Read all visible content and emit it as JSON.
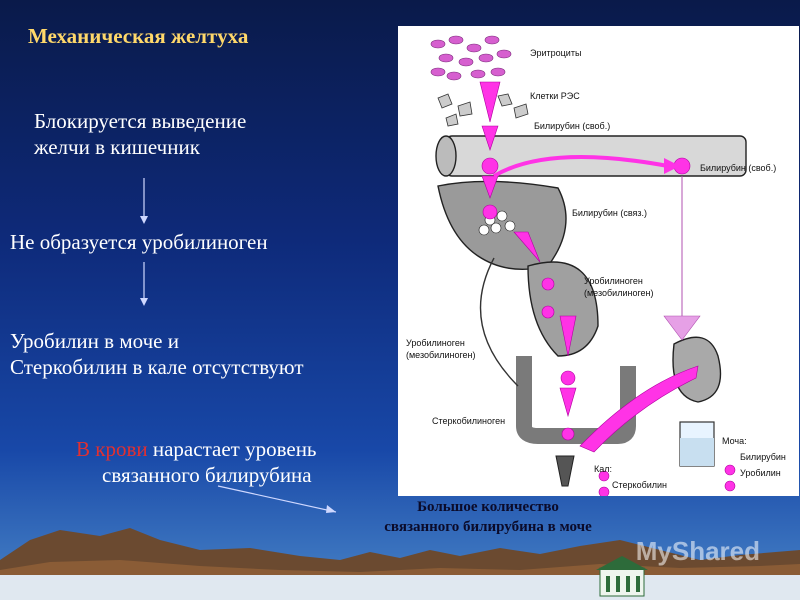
{
  "title": "Механическая желтуха",
  "left": {
    "line1a": "Блокируется выведение",
    "line1b": "желчи в кишечник",
    "line2": "Не образуется уробилиноген",
    "line3a": "Уробилин в моче и",
    "line3b": "Стеркобилин в кале отсутствуют",
    "line4_red": "В крови",
    "line4_rest": " нарастает уровень",
    "line4b": "связанного билирубина"
  },
  "caption": {
    "line1": "Большое количество",
    "line2": "связанного билирубина в моче"
  },
  "diagram": {
    "labels": {
      "erythrocytes": "Эритроциты",
      "res_cells": "Клетки РЭС",
      "bilirubin_free1": "Билирубин (своб.)",
      "bilirubin_free2": "Билирубин (своб.)",
      "bilirubin_bound": "Билирубин (связ.)",
      "urobilinogen1": "Уробилиноген",
      "urobilinogen1b": "(мезобилиноген)",
      "urobilinogen2": "Уробилиноген",
      "urobilinogen2b": "(мезобилиноген)",
      "stercobilinogen": "Стеркобилиноген",
      "urine": "Моча:",
      "urine_bilirubin": "Билирубин",
      "urine_urobilin": "Уробилин",
      "feces": "Кал:",
      "feces_stercobilin": "Стеркобилин"
    },
    "colors": {
      "accent": "#ff33e6",
      "urine_arrow": "#e6a0e6"
    }
  },
  "watermark": "MyShared"
}
